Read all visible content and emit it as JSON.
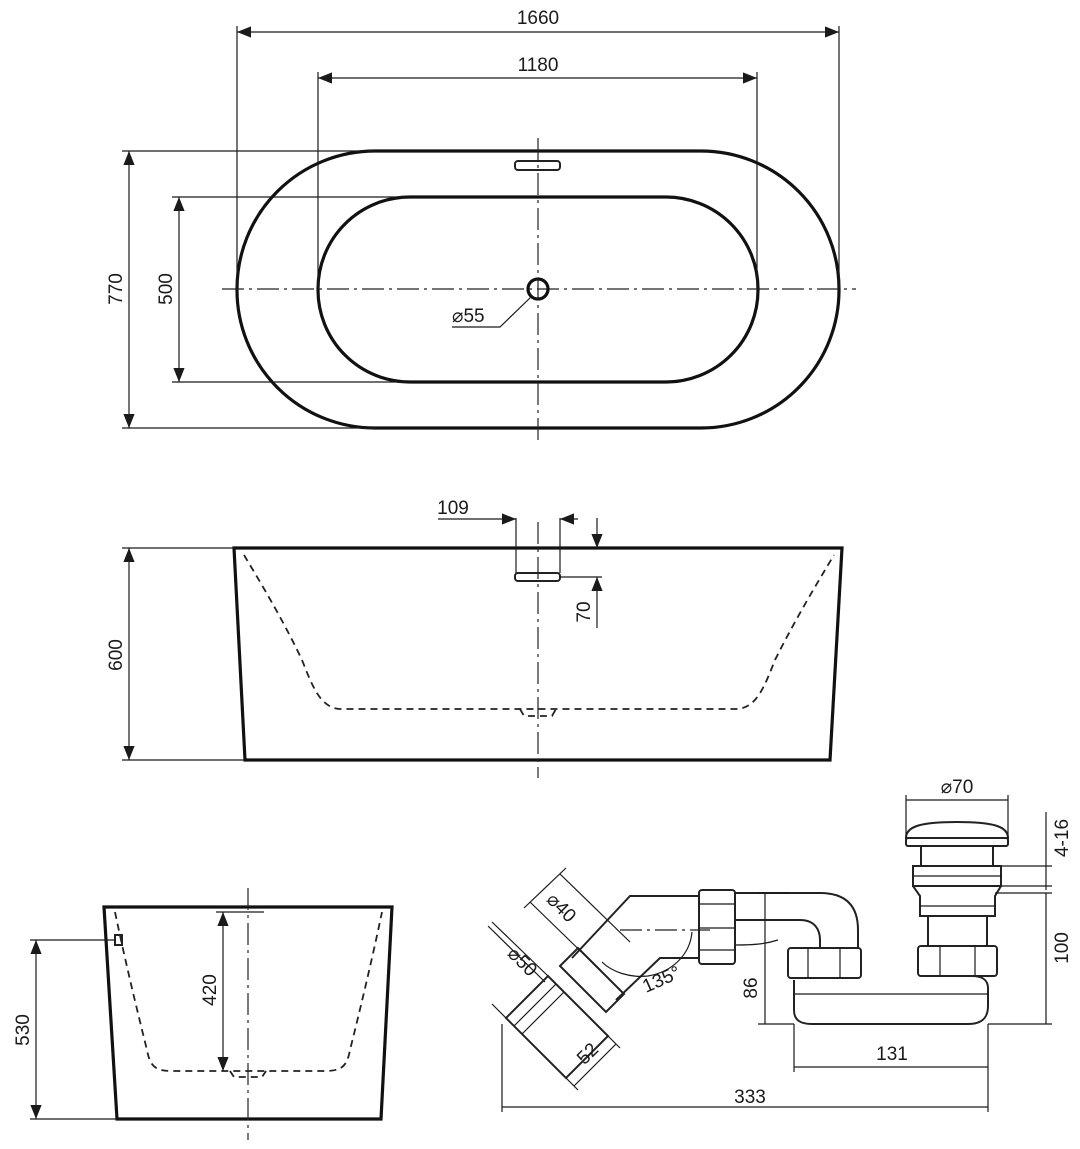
{
  "top_view": {
    "overall_length": "1660",
    "inner_length": "1180",
    "overall_width": "770",
    "inner_width": "500",
    "drain_diameter": "⌀55"
  },
  "side_view": {
    "overflow_width": "109",
    "overflow_depth": "70",
    "height": "600"
  },
  "end_view": {
    "inner_depth": "420",
    "overflow_height": "530"
  },
  "drain_assembly": {
    "plug_diameter": "⌀70",
    "plug_adjust": "4-16",
    "height": "100",
    "pipe_diameter_inner": "⌀40",
    "pipe_diameter_outer": "⌀50",
    "angle": "135°",
    "outlet_height": "86",
    "outlet_length": "52",
    "trap_length": "131",
    "overall_length": "333"
  }
}
